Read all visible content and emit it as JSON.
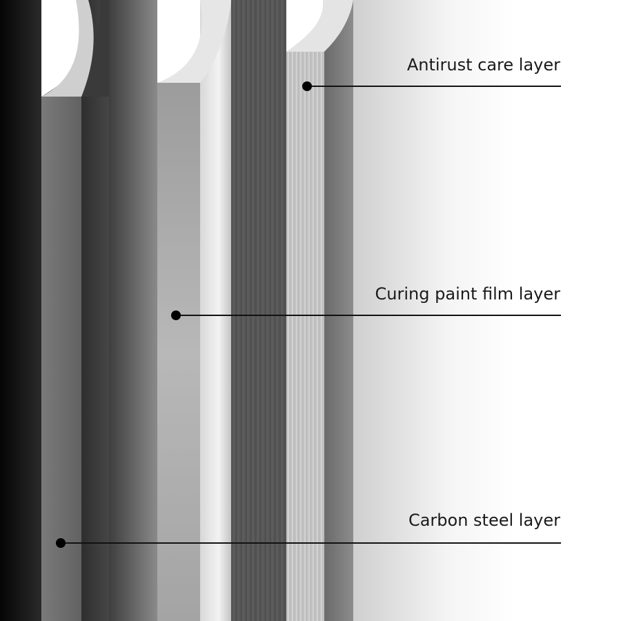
{
  "diagram": {
    "layers": [
      {
        "label": "Antirust care layer"
      },
      {
        "label": "Curing paint film layer"
      },
      {
        "label": "Carbon steel layer"
      }
    ],
    "colors": {
      "text": "#1a1a1a",
      "leader": "#111111",
      "background": "#ffffff"
    }
  }
}
